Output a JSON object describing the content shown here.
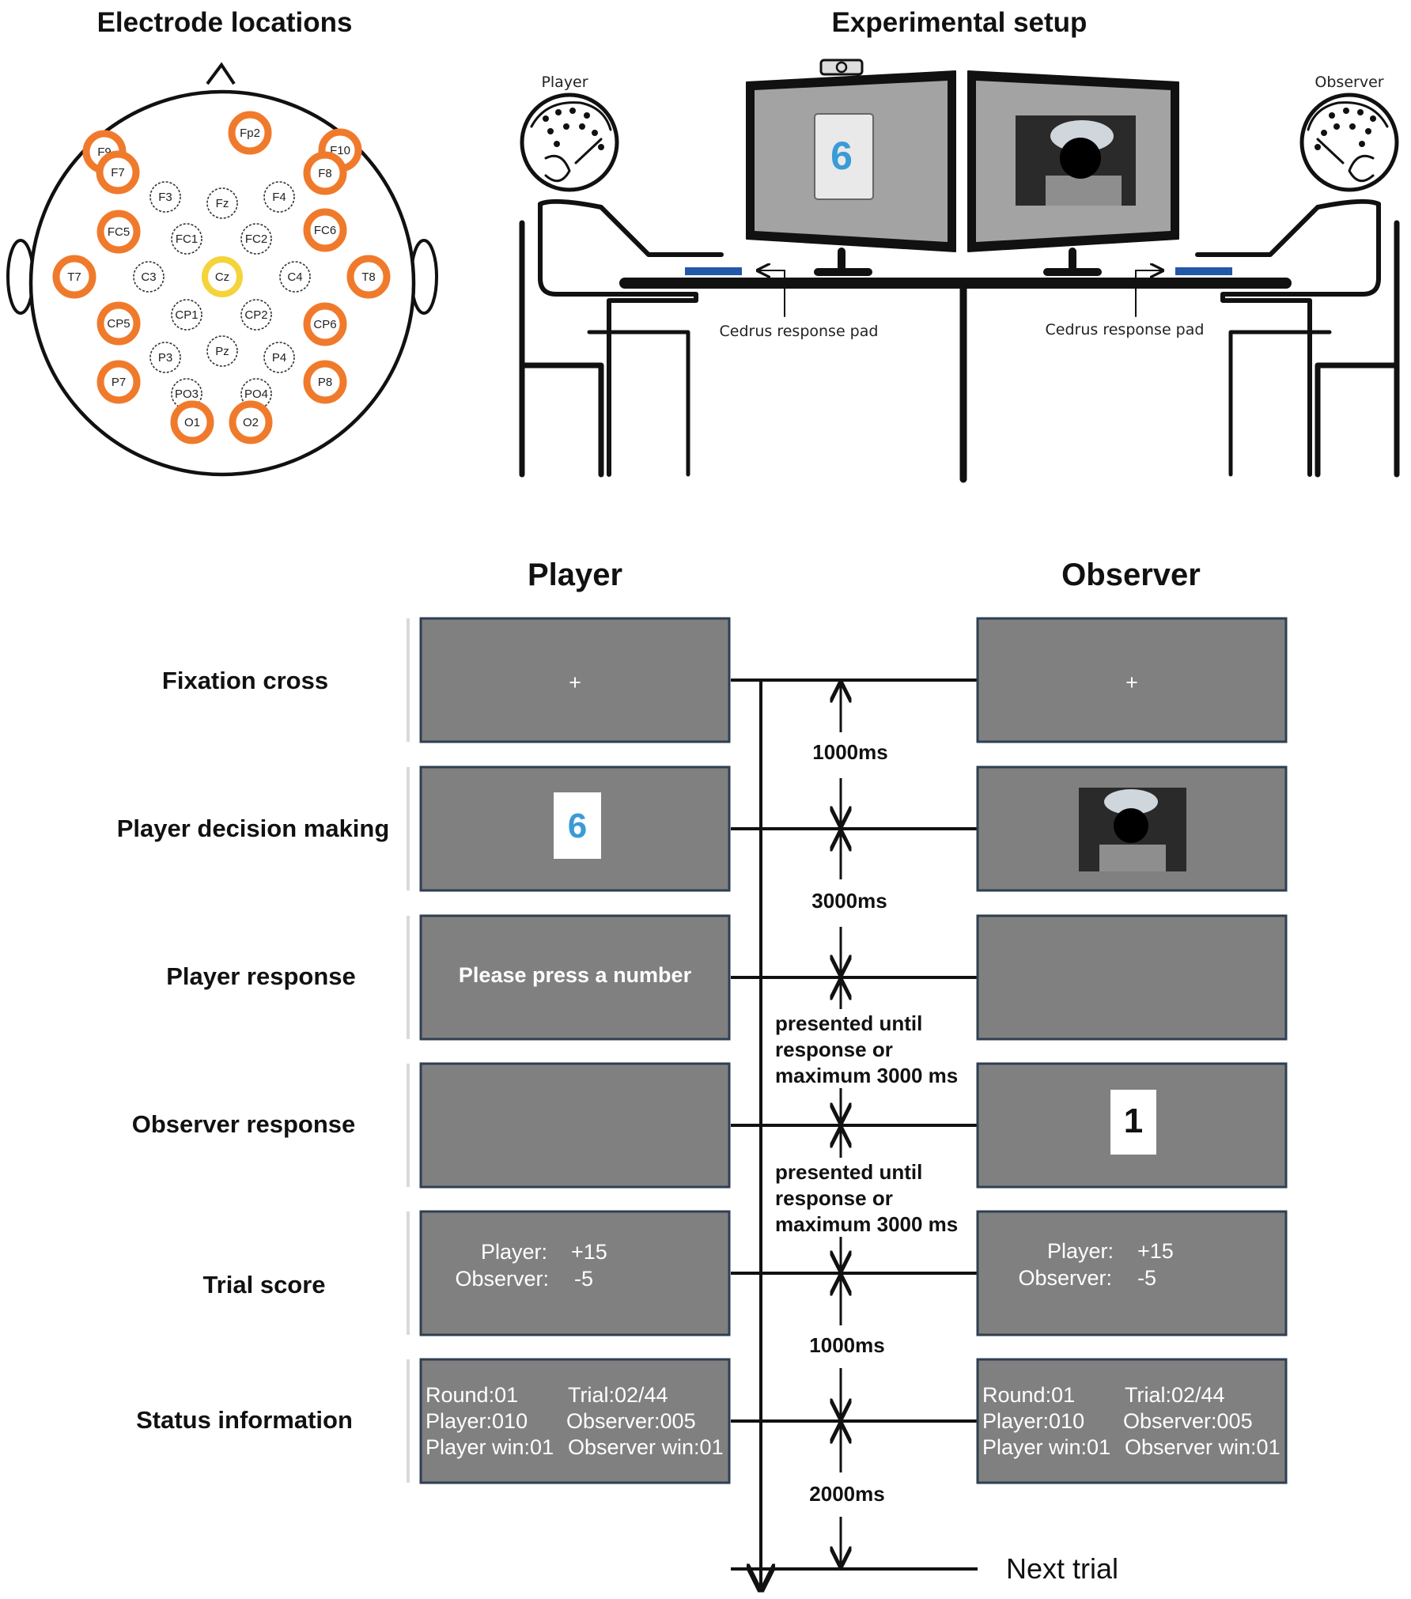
{
  "titles": {
    "electrodes": "Electrode locations",
    "setup": "Experimental setup",
    "player_col": "Player",
    "observer_col": "Observer"
  },
  "setup": {
    "player_label": "Player",
    "observer_label": "Observer",
    "pad_left": "Cedrus response pad",
    "pad_right": "Cedrus response pad",
    "monitor_number": "6"
  },
  "electrodes": {
    "highlighted": [
      "Fp2",
      "F9",
      "F7",
      "F10",
      "F8",
      "FC5",
      "FC6",
      "T7",
      "T8",
      "CP5",
      "CP6",
      "P7",
      "P8",
      "O1",
      "O2"
    ],
    "reference": "Cz",
    "other": [
      "F3",
      "Fz",
      "F4",
      "FC1",
      "FC2",
      "C3",
      "C4",
      "CP1",
      "CP2",
      "P3",
      "Pz",
      "P4",
      "PO3",
      "PO4"
    ],
    "highlight_color": "#f07a2c",
    "reference_color": "#f5d33a"
  },
  "rows": [
    {
      "label": "Fixation cross"
    },
    {
      "label": "Player decision making"
    },
    {
      "label": "Player response"
    },
    {
      "label": "Observer response"
    },
    {
      "label": "Trial score"
    },
    {
      "label": "Status information"
    }
  ],
  "screens": {
    "fixation": "+",
    "decision_number": "6",
    "player_prompt": "Please press a number",
    "observer_choice": "1",
    "score": {
      "player_label": "Player:",
      "player_value": "+15",
      "observer_label": "Observer:",
      "observer_value": "-5"
    },
    "status": {
      "round": "Round:01",
      "trial": "Trial:02/44",
      "player": "Player:010",
      "observer": "Observer:005",
      "player_win": "Player win:01",
      "observer_win": "Observer win:01"
    }
  },
  "timing": {
    "t1": "1000ms",
    "t2": "3000ms",
    "t3": [
      "presented until",
      "response or",
      "maximum 3000 ms"
    ],
    "t4": [
      "presented until",
      "response or",
      "maximum 3000 ms"
    ],
    "t5": "1000ms",
    "t6": "2000ms",
    "next": "Next trial"
  },
  "colors": {
    "screen": "#808080",
    "screen_border": "#2f3f52",
    "number_blue": "#3a9bd6",
    "pad_blue": "#2357a8"
  }
}
